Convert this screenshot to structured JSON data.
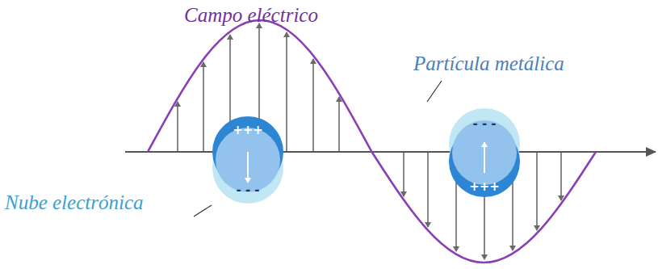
{
  "diagram": {
    "nodes": [
      {
        "text": [
          "+++",
          "- - -"
        ]
      },
      {
        "text": [
          "- - -",
          "+++"
        ]
      }
    ],
    "labels": [
      "Campo eléctrico",
      "Partícula metálica",
      "Nube electrónica"
    ]
  }
}
